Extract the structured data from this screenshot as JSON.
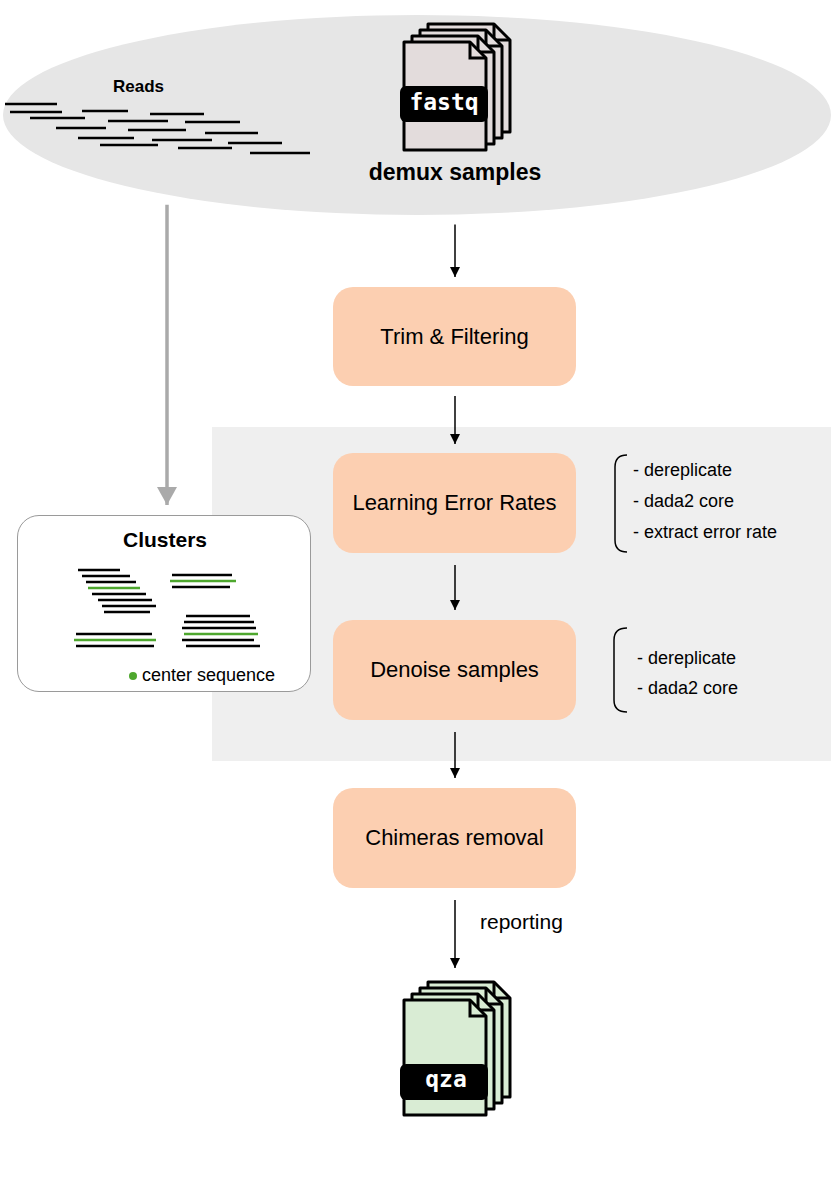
{
  "diagram": {
    "nodes": [
      {
        "text": [
          "demux samples"
        ]
      },
      {
        "text": [
          "Trim & Filtering"
        ]
      },
      {
        "text": [
          "Learning Error Rates"
        ]
      },
      {
        "text": [
          "Clusters"
        ]
      },
      {
        "text": [
          "Denoise samples"
        ]
      },
      {
        "text": [
          "Chimeras removal"
        ]
      },
      {
        "text": [
          "qza"
        ]
      }
    ],
    "edges": [
      {
        "from": 0,
        "to": 1,
        "arrow": "to"
      },
      {
        "from": 1,
        "to": 2,
        "arrow": "to"
      },
      {
        "from": 2,
        "to": 4,
        "arrow": "to"
      },
      {
        "from": 4,
        "to": 5,
        "arrow": "to"
      },
      {
        "from": 5,
        "to": 6,
        "label": "reporting",
        "arrow": "to"
      },
      {
        "from": 0,
        "to": 3,
        "arrow": "to"
      }
    ],
    "labels": [
      "Reads",
      "fastq",
      "- dereplicate",
      "- dada2 core",
      "- extract error rate",
      "- dereplicate",
      "- dada2 core"
    ],
    "legend": [
      {
        "text": "center sequence",
        "color": "#4ea72e"
      }
    ]
  }
}
